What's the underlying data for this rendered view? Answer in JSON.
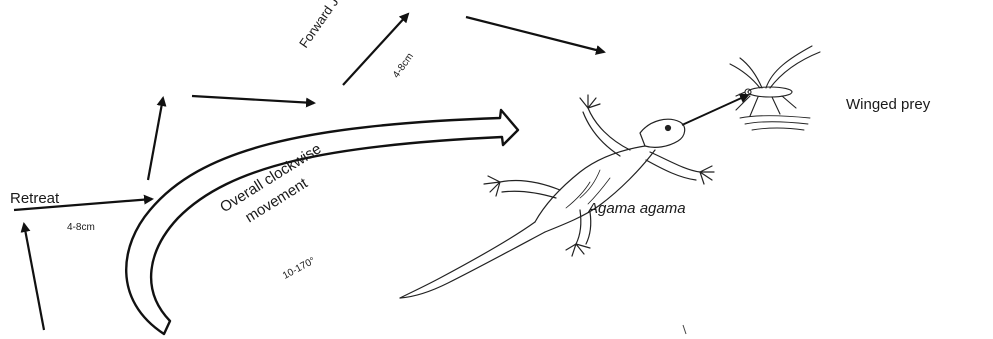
{
  "labels": {
    "retreat": "Retreat",
    "retreat_distance": "4-8cm",
    "forward_jolt": "Forward Jolt",
    "forward_jolt_distance": "4-8cm",
    "overall_movement_line1": "Overall clockwise",
    "overall_movement_line2": "movement",
    "rotation_range": "10-170°",
    "species": "Agama agama",
    "prey": "Winged prey"
  },
  "colors": {
    "ink": "#1a1a1a",
    "background": "#ffffff"
  }
}
